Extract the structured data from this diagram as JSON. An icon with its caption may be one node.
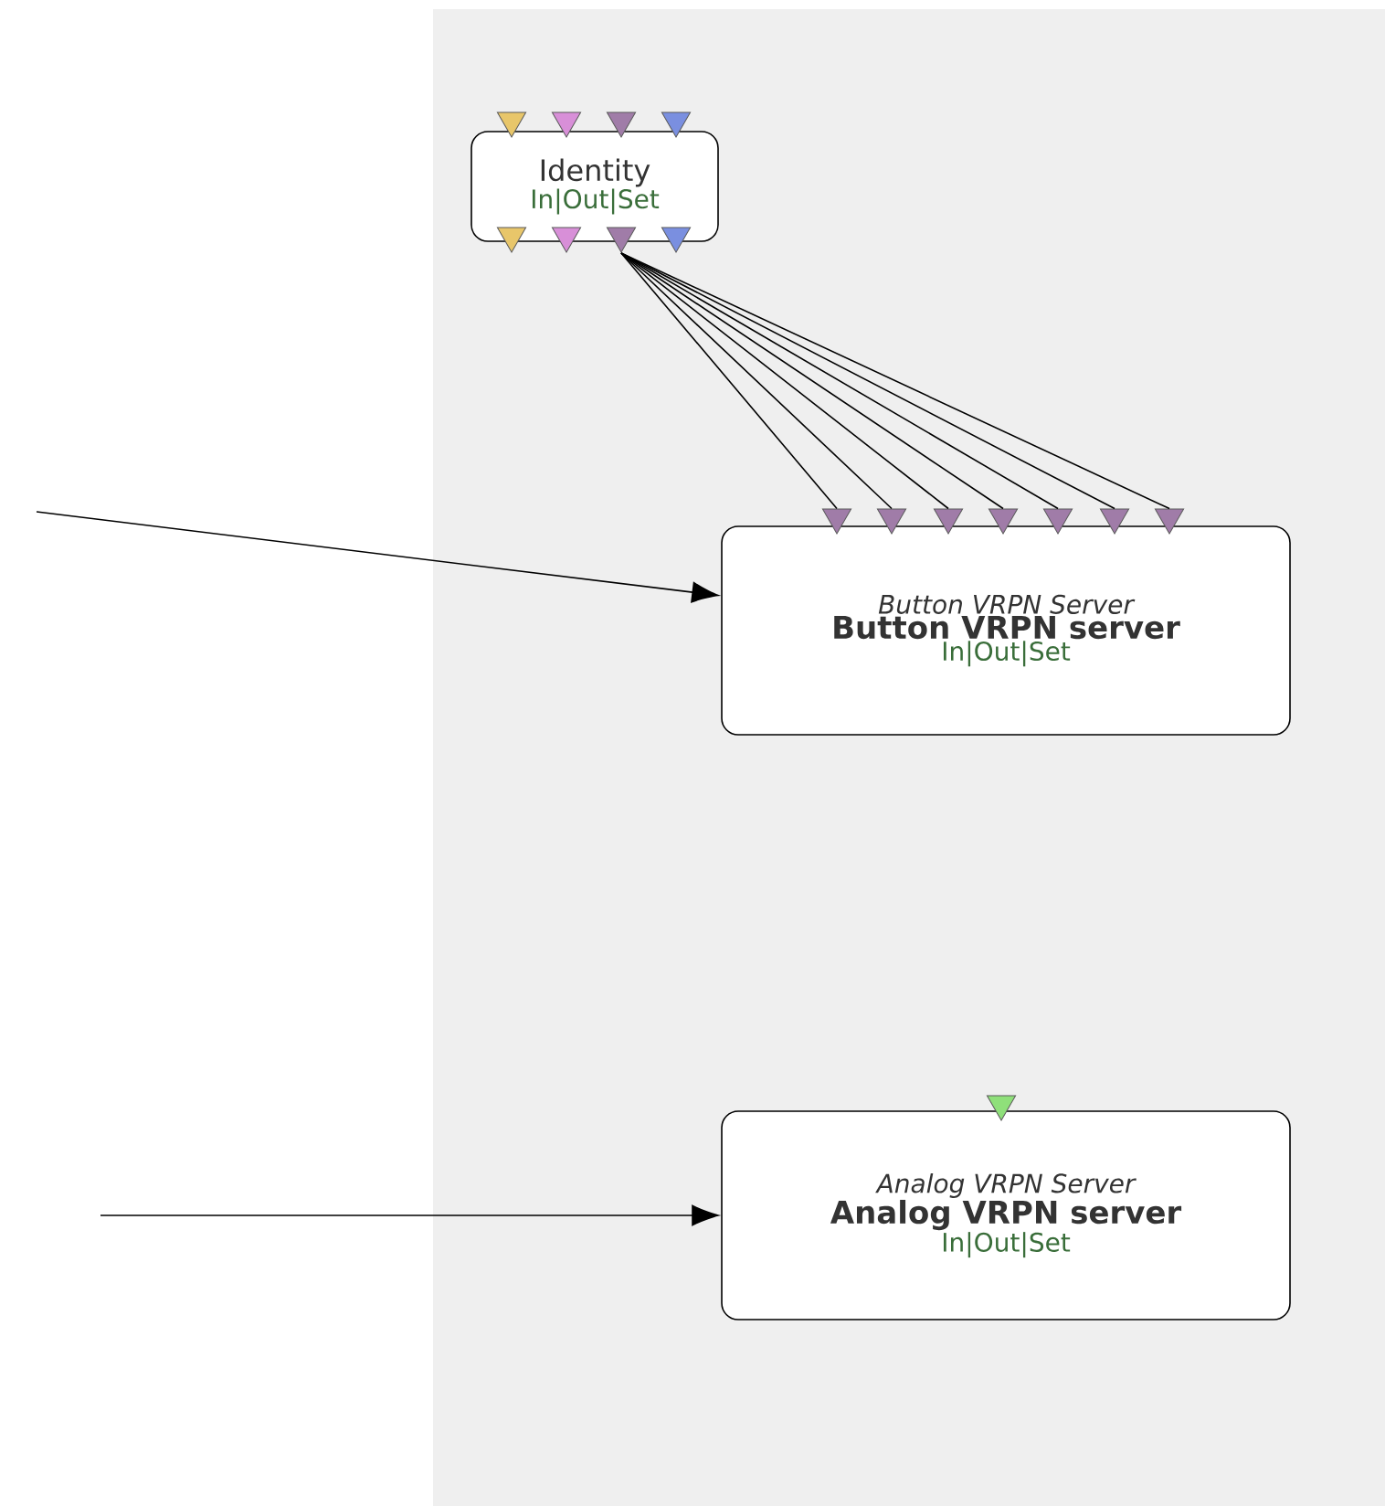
{
  "diagram": {
    "nodes": [
      {
        "text": [
          "Identity",
          "In|Out|Set"
        ]
      },
      {
        "text": [],
        "shape": "triangle"
      },
      {
        "text": [],
        "shape": "triangle"
      },
      {
        "text": [],
        "shape": "triangle"
      },
      {
        "text": [],
        "shape": "triangle"
      },
      {
        "text": [],
        "shape": "triangle"
      },
      {
        "text": [],
        "shape": "triangle"
      },
      {
        "text": [],
        "shape": "triangle"
      },
      {
        "text": [],
        "shape": "triangle"
      },
      {
        "text": [
          "Button VRPN Server",
          "Button VRPN server",
          "In|Out|Set"
        ]
      },
      {
        "text": [],
        "shape": "triangle"
      },
      {
        "text": [],
        "shape": "triangle"
      },
      {
        "text": [],
        "shape": "triangle"
      },
      {
        "text": [],
        "shape": "triangle"
      },
      {
        "text": [],
        "shape": "triangle"
      },
      {
        "text": [],
        "shape": "triangle"
      },
      {
        "text": [],
        "shape": "triangle"
      },
      {
        "text": [
          "Analog VRPN Server",
          "Analog VRPN server",
          "In|Out|Set"
        ]
      },
      {
        "text": [],
        "shape": "triangle"
      }
    ],
    "edges": [
      {
        "from": 7,
        "to": 10,
        "arrow": "none"
      },
      {
        "from": 7,
        "to": 11,
        "arrow": "none"
      },
      {
        "from": 7,
        "to": 12,
        "arrow": "none"
      },
      {
        "from": 7,
        "to": 13,
        "arrow": "none"
      },
      {
        "from": 7,
        "to": 14,
        "arrow": "none"
      },
      {
        "from": 7,
        "to": 15,
        "arrow": "none"
      },
      {
        "from": 7,
        "to": 16,
        "arrow": "none"
      },
      {
        "from": null,
        "to": 9,
        "arrow": "to"
      },
      {
        "from": null,
        "to": 17,
        "arrow": "to"
      }
    ]
  }
}
